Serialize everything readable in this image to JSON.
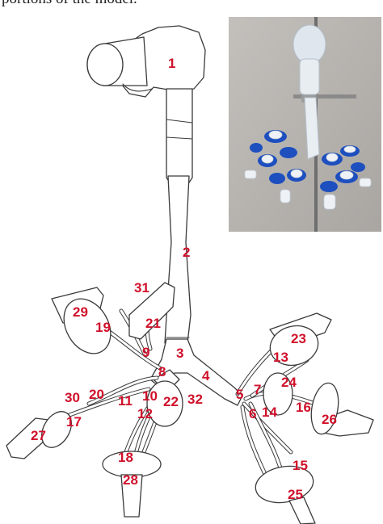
{
  "caption": "portions of the model.",
  "labels": [
    "1",
    "2",
    "3",
    "4",
    "5",
    "6",
    "7",
    "8",
    "9",
    "10",
    "11",
    "12",
    "13",
    "14",
    "15",
    "16",
    "17",
    "18",
    "19",
    "20",
    "21",
    "22",
    "23",
    "24",
    "25",
    "26",
    "27",
    "28",
    "29",
    "30",
    "31",
    "32"
  ],
  "colors": {
    "label": "#d0102a",
    "line": "#3a3a3a",
    "photo_bg": "#b9b6b2",
    "clamp_blue": "#1d4fbf",
    "rod": "#6e6e6e"
  }
}
